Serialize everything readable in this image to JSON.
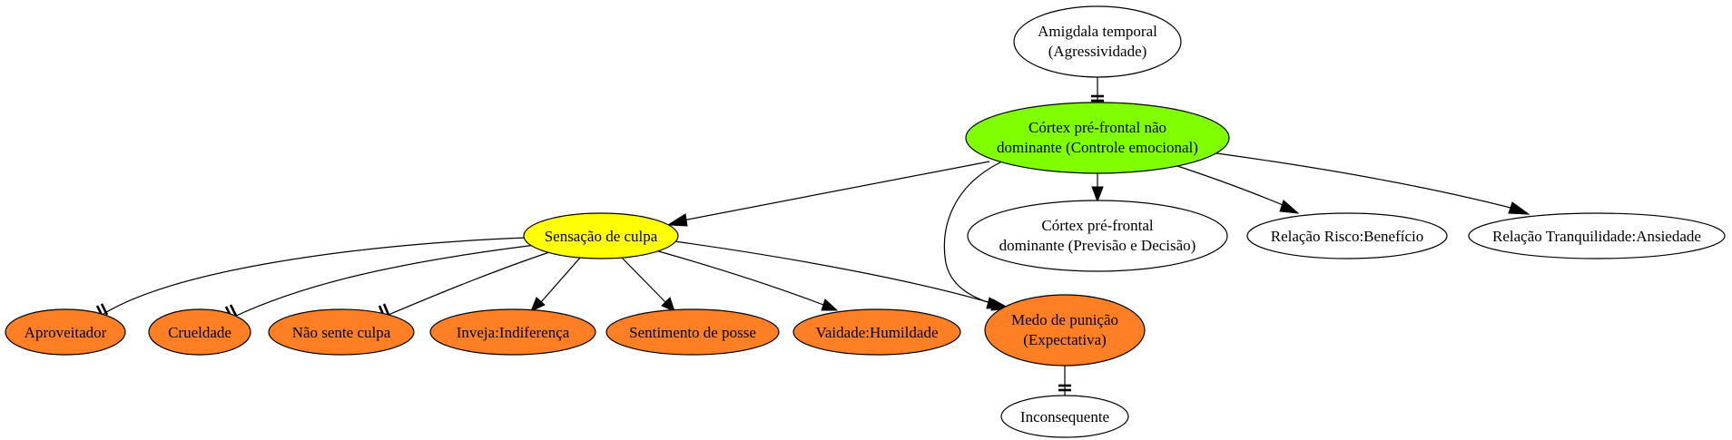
{
  "colors": {
    "root": "#7fff00",
    "culpa": "#ffff00",
    "leaf": "#ff7f24",
    "plain": "#ffffff"
  },
  "nodes": {
    "amigdala": {
      "line1": "Amigdala temporal",
      "line2": "(Agressividade)"
    },
    "cortex_nd": {
      "line1": "Córtex pré-frontal não",
      "line2": "dominante (Controle emocional)"
    },
    "cortex_d": {
      "line1": "Córtex pré-frontal",
      "line2": "dominante (Previsão e Decisão)"
    },
    "risco": {
      "label": "Relação Risco:Benefício"
    },
    "tranquilidade": {
      "label": "Relação Tranquilidade:Ansiedade"
    },
    "culpa": {
      "label": "Sensação de culpa"
    },
    "aproveitador": {
      "label": "Aproveitador"
    },
    "crueldade": {
      "label": "Crueldade"
    },
    "nao_sente": {
      "label": "Não sente culpa"
    },
    "inveja": {
      "label": "Inveja:Indiferença"
    },
    "posse": {
      "label": "Sentimento de posse"
    },
    "vaidade": {
      "label": "Vaidade:Humildade"
    },
    "medo": {
      "line1": "Medo de punição",
      "line2": "(Expectativa)"
    },
    "inconsequente": {
      "label": "Inconsequente"
    }
  }
}
